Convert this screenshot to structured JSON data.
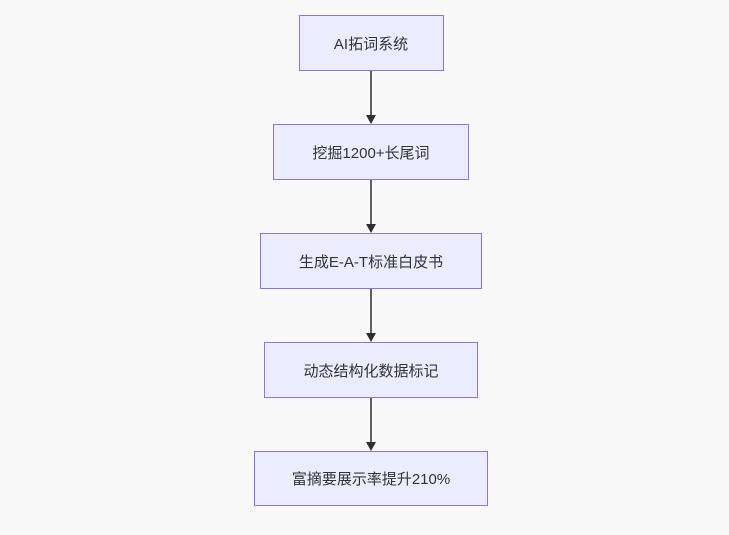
{
  "diagram": {
    "type": "flowchart",
    "direction": "top-down",
    "background_color": "#f9f9f9",
    "node_fill_color": "#ececff",
    "node_border_color": "#9370db",
    "node_text_color": "#333333",
    "arrow_color": "#5f5f5f",
    "arrowhead_color": "#2f2f2f",
    "nodes": [
      {
        "id": "node-1",
        "label": "AI拓词系统"
      },
      {
        "id": "node-2",
        "label": "挖掘1200+长尾词"
      },
      {
        "id": "node-3",
        "label": "生成E-A-T标准白皮书"
      },
      {
        "id": "node-4",
        "label": "动态结构化数据标记"
      },
      {
        "id": "node-5",
        "label": "富摘要展示率提升210%"
      }
    ],
    "edges": [
      {
        "from": "node-1",
        "to": "node-2"
      },
      {
        "from": "node-2",
        "to": "node-3"
      },
      {
        "from": "node-3",
        "to": "node-4"
      },
      {
        "from": "node-4",
        "to": "node-5"
      }
    ]
  }
}
